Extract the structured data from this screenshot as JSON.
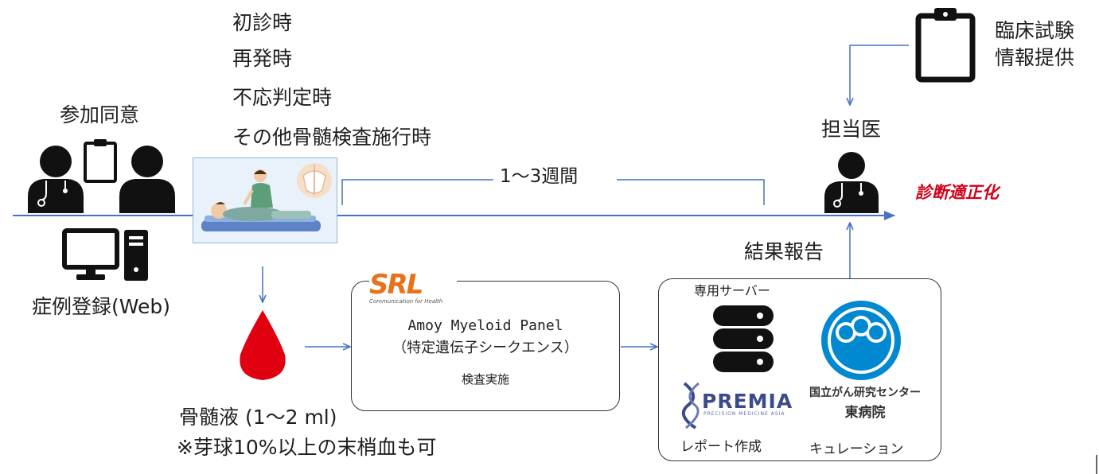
{
  "timepoints": [
    "初診時",
    "再発時",
    "不応判定時",
    "その他骨髄検査施行時"
  ],
  "consent_label": "参加同意",
  "registration_label": "症例登録(Web)",
  "duration_label": "1〜3週間",
  "physician_label": "担当医",
  "clinical_trial_info": [
    "臨床試験",
    "情報提供"
  ],
  "outcome_label": "診断適正化",
  "result_report_label": "結果報告",
  "sample_labels": [
    "骨髄液 (1〜2 ml)",
    "※芽球10%以上の末梢血も可"
  ],
  "lab_box": {
    "logo_text": "SRL",
    "logo_tagline": "Communication for Health",
    "panel_name": "Amoy Myeloid Panel",
    "panel_desc": "（特定遺伝子シークエンス）",
    "action": "検査実施"
  },
  "analysis_box": {
    "server_label": "専用サーバー",
    "premia_name": "PREMIA",
    "premia_tagline": "PRECISION MEDICINE ASIA",
    "report_label": "レポート作成",
    "ncc_name": [
      "国立がん研究センター",
      "東病院"
    ],
    "curation_label": "キュレーション"
  },
  "colors": {
    "flow_line": "#4472c4",
    "blood": "#e0000f",
    "outcome": "#d0021b",
    "icon": "#111111",
    "ncc_blue": "#0088d1",
    "srl_orange": "#e8711a"
  }
}
